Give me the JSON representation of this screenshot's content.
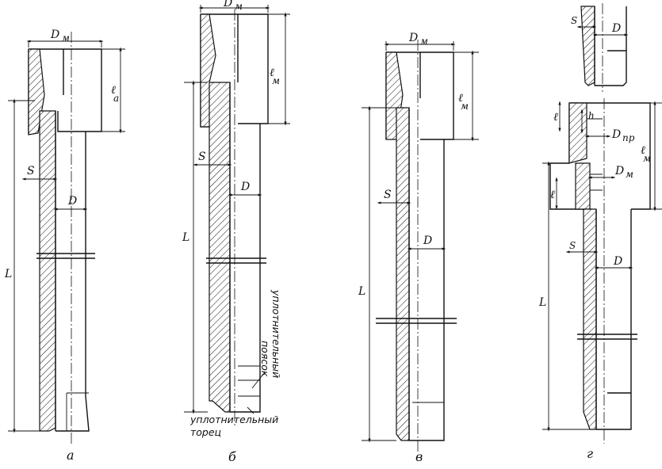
{
  "labels": {
    "dm": "D",
    "dm_sub": "м",
    "lm": "ℓ",
    "lm_sub": "м",
    "la_sub": "а",
    "d": "D",
    "s": "S",
    "l": "L",
    "l_small": "ℓ",
    "h": "h",
    "dpr": "D",
    "dpr_sub": "пр"
  },
  "notes": {
    "belt_line1": "уплотнительный",
    "belt_line2": "поясок",
    "face_line1": "уплотнительный",
    "face_line2": "торец"
  },
  "captions": {
    "a": "а",
    "b": "б",
    "v": "в",
    "g": "г"
  },
  "colors": {
    "ink": "#111111",
    "paper": "#ffffff"
  }
}
